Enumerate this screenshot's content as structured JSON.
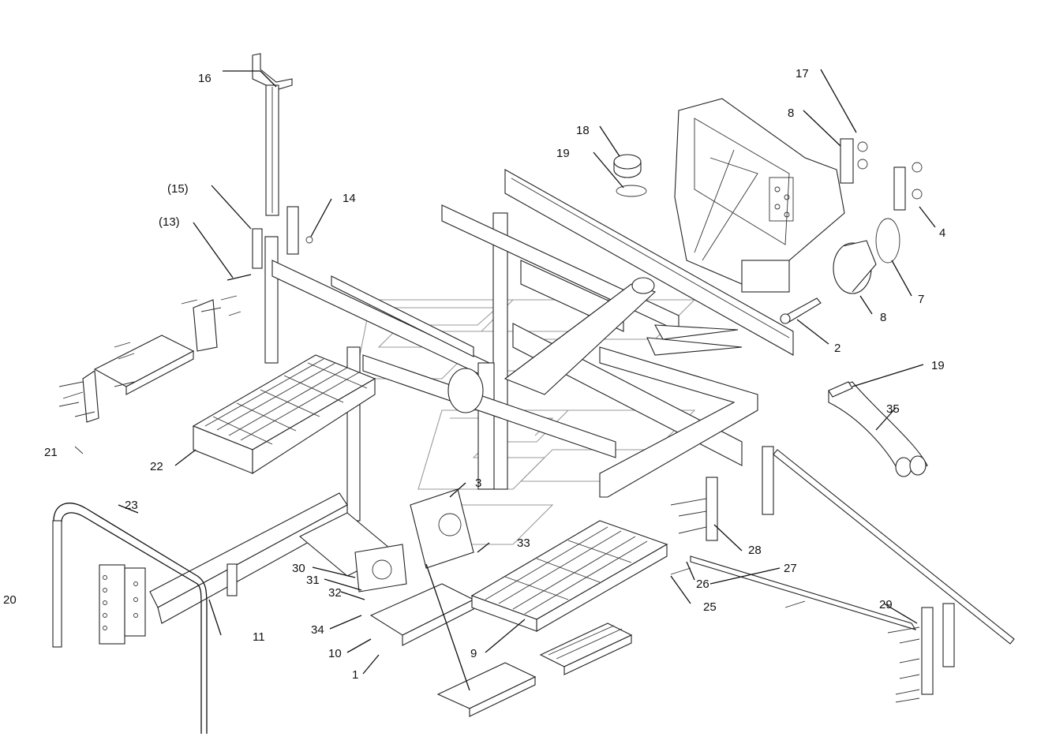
{
  "diagram": {
    "callouts": [
      {
        "id": "c16",
        "text": "16"
      },
      {
        "id": "c15",
        "text": "(15)"
      },
      {
        "id": "c13",
        "text": "(13)"
      },
      {
        "id": "c14",
        "text": "14"
      },
      {
        "id": "c18",
        "text": "18"
      },
      {
        "id": "c19a",
        "text": "19"
      },
      {
        "id": "c17",
        "text": "17"
      },
      {
        "id": "c8a",
        "text": "8"
      },
      {
        "id": "c4",
        "text": "4"
      },
      {
        "id": "c7",
        "text": "7"
      },
      {
        "id": "c8b",
        "text": "8"
      },
      {
        "id": "c2",
        "text": "2"
      },
      {
        "id": "c19b",
        "text": "19"
      },
      {
        "id": "c35",
        "text": "35"
      },
      {
        "id": "c21",
        "text": "21"
      },
      {
        "id": "c22",
        "text": "22"
      },
      {
        "id": "c3",
        "text": "3"
      },
      {
        "id": "c23",
        "text": "23"
      },
      {
        "id": "c33",
        "text": "33"
      },
      {
        "id": "c28",
        "text": "28"
      },
      {
        "id": "c27",
        "text": "27"
      },
      {
        "id": "c26",
        "text": "26"
      },
      {
        "id": "c30",
        "text": "30"
      },
      {
        "id": "c31",
        "text": "31"
      },
      {
        "id": "c32",
        "text": "32"
      },
      {
        "id": "c20",
        "text": "20"
      },
      {
        "id": "c11",
        "text": "11"
      },
      {
        "id": "c34",
        "text": "34"
      },
      {
        "id": "c25",
        "text": "25"
      },
      {
        "id": "c29",
        "text": "29"
      },
      {
        "id": "c10",
        "text": "10"
      },
      {
        "id": "c9",
        "text": "9"
      },
      {
        "id": "c1",
        "text": "1"
      }
    ]
  }
}
